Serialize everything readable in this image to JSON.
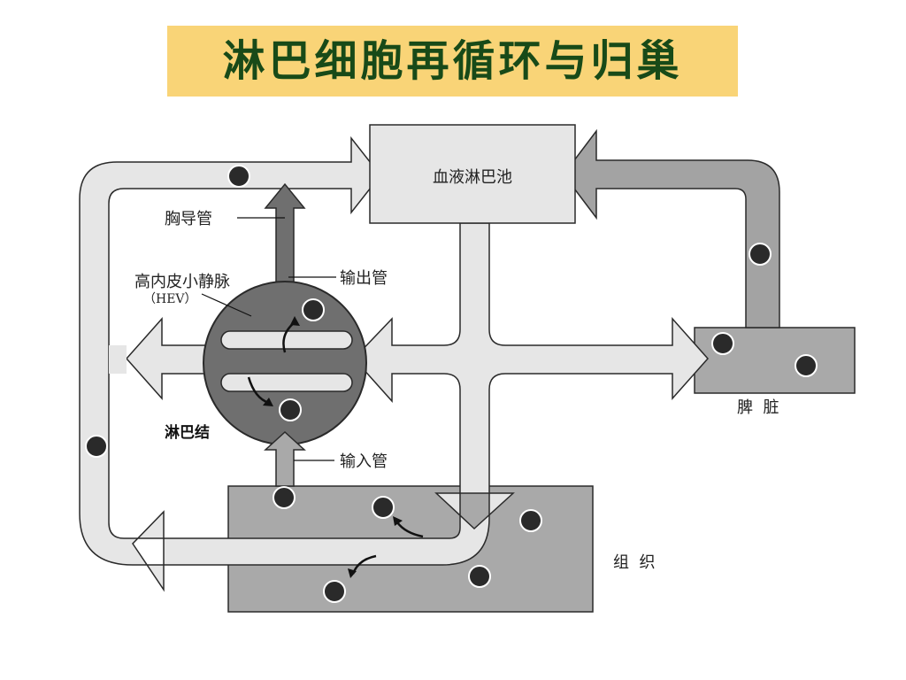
{
  "title": "淋巴细胞再循环与归巢",
  "labels": {
    "blood_pool": "血液淋巴池",
    "thoracic_duct": "胸导管",
    "hev": "高内皮小静脉",
    "hev_abbr": "（HEV）",
    "efferent": "输出管",
    "lymph_node": "淋巴结",
    "afferent": "输入管",
    "spleen": "脾  脏",
    "tissue": "组  织"
  },
  "colors": {
    "title_bg": "#f9d477",
    "title_text": "#184a18",
    "light_arrow": "#e6e6e6",
    "dark_arrow": "#6f6f6f",
    "mid_gray": "#a9a9a9",
    "outline": "#2a2a2a"
  }
}
